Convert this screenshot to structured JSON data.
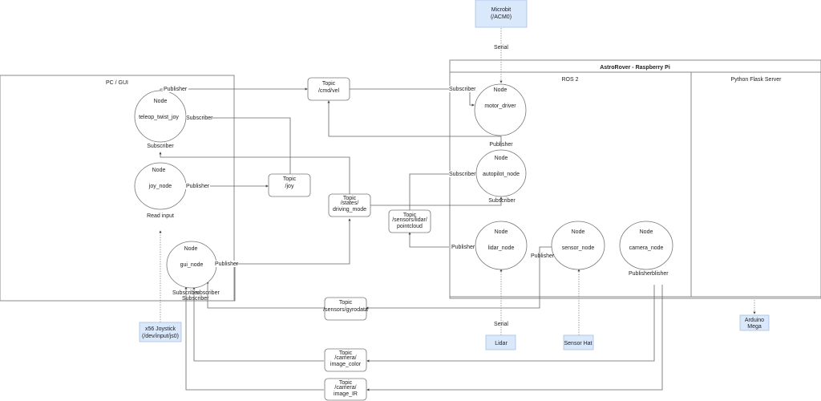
{
  "colors": {
    "hardware_fill": "#dae8fc",
    "hardware_stroke": "#a8c0e0",
    "line": "#666666"
  },
  "containers": {
    "pc": {
      "title": "PC / GUI"
    },
    "rover": {
      "title": "AstroRover - Raspberry Pi"
    },
    "ros2": {
      "title": "ROS 2"
    },
    "flask": {
      "title": "Python Flask Server"
    }
  },
  "nodes": {
    "teleop": {
      "kind": "Node",
      "name": "teleop_twist_joy"
    },
    "joy": {
      "kind": "Node",
      "name": "joy_node"
    },
    "gui": {
      "kind": "Node",
      "name": "gui_node"
    },
    "motor": {
      "kind": "Node",
      "name": "motor_driver"
    },
    "autopilot": {
      "kind": "Node",
      "name": "autopilot_node"
    },
    "lidar": {
      "kind": "Node",
      "name": "lidar_node"
    },
    "sensor": {
      "kind": "Node",
      "name": "sensor_node"
    },
    "camera": {
      "kind": "Node",
      "name": "camera_node"
    }
  },
  "topics": {
    "cmd_vel": {
      "kind": "Topic",
      "lines": [
        "/cmd/vel"
      ]
    },
    "joy": {
      "kind": "Topic",
      "lines": [
        "/joy"
      ]
    },
    "driving_mode": {
      "kind": "Topic",
      "lines": [
        "/states/",
        "driving_mode"
      ]
    },
    "pointcloud": {
      "kind": "Topic",
      "lines": [
        "/sensors/lidar/",
        "pointcloud"
      ]
    },
    "gyrodata": {
      "kind": "Topic",
      "lines": [
        "/sensors/gyrodata"
      ]
    },
    "image_color": {
      "kind": "Topic",
      "lines": [
        "/camera/",
        "image_color"
      ]
    },
    "image_ir": {
      "kind": "Topic",
      "lines": [
        "/camera/",
        "image_IR"
      ]
    }
  },
  "hardware": {
    "microbit": {
      "lines": [
        "Microbit",
        "(/ACM0)"
      ]
    },
    "joystick": {
      "lines": [
        "x56 Joystick",
        "(/dev/input/js0)"
      ]
    },
    "lidar": {
      "lines": [
        "Lidar"
      ]
    },
    "sensor_hat": {
      "lines": [
        "Sensor Hat"
      ]
    },
    "arduino": {
      "lines": [
        "Arduino",
        "Mega"
      ]
    }
  },
  "labels": {
    "publisher": "Publisher",
    "subscriber": "Subscriber",
    "serial": "Serial",
    "read_input": "Read input",
    "gui_sub_overlap": "Subscriber",
    "gui_sub_overlap2": "ubscriber",
    "camera_pub_overlap": "Publisher",
    "camera_pub_overlap2": "blisher"
  }
}
